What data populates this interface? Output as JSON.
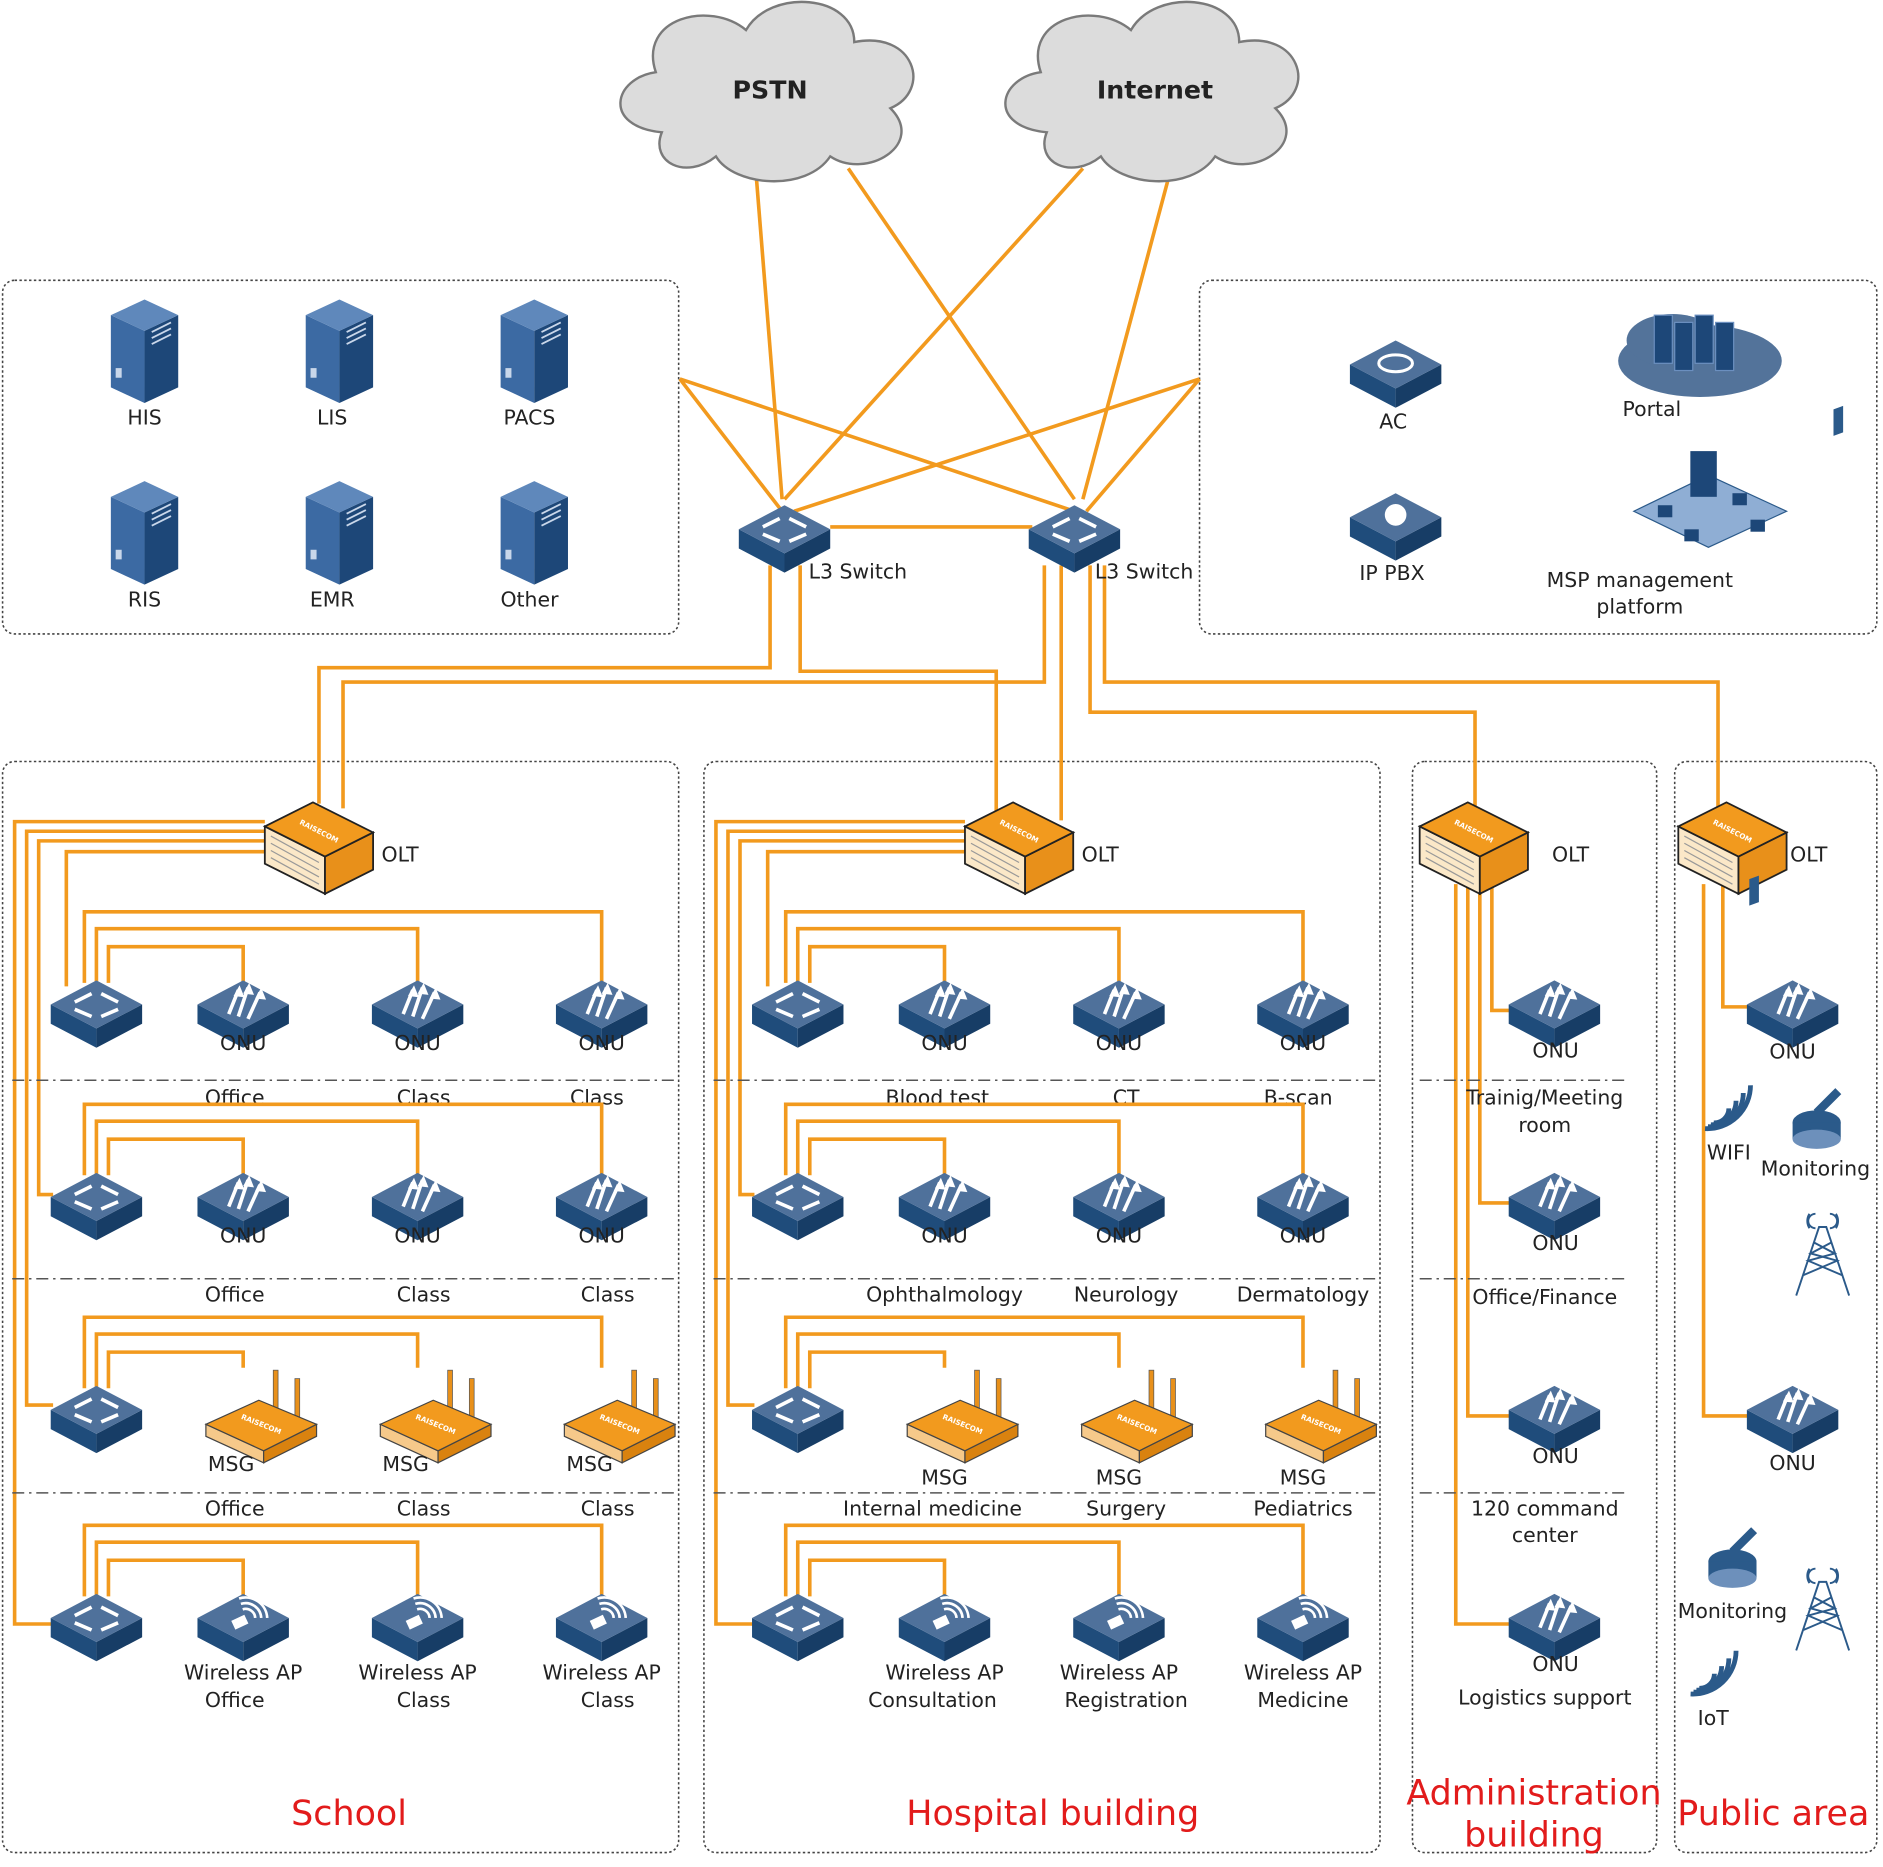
{
  "colors": {
    "link": "#F29A1E",
    "device_blue": "#2b5a8a",
    "device_orange": "#F29A1E",
    "section_title": "#E21B1B",
    "cloud": "#DCDCDC"
  },
  "brand": "RAISECOM",
  "clouds": [
    "PSTN",
    "Internet"
  ],
  "core_switches": [
    "L3 Switch",
    "L3 Switch"
  ],
  "servers": [
    "HIS",
    "LIS",
    "PACS",
    "RIS",
    "EMR",
    "Other"
  ],
  "services": {
    "ac": "AC",
    "portal": "Portal",
    "ip_pbx": "IP PBX",
    "msp": [
      "MSP management",
      "platform"
    ]
  },
  "school": {
    "title": "School",
    "olt": "OLT",
    "rows": [
      {
        "devices": [
          "ONU",
          "ONU",
          "ONU"
        ],
        "rooms": [
          "Office",
          "Class",
          "Class"
        ]
      },
      {
        "devices": [
          "ONU",
          "ONU",
          "ONU"
        ],
        "rooms": [
          "Office",
          "Class",
          "Class"
        ]
      },
      {
        "devices": [
          "MSG",
          "MSG",
          "MSG"
        ],
        "rooms": [
          "Office",
          "Class",
          "Class"
        ]
      },
      {
        "devices": [
          "Wireless AP",
          "Wireless AP",
          "Wireless AP"
        ],
        "rooms": [
          "Office",
          "Class",
          "Class"
        ]
      }
    ]
  },
  "hospital": {
    "title": "Hospital building",
    "olt": "OLT",
    "rows": [
      {
        "devices": [
          "ONU",
          "ONU",
          "ONU"
        ],
        "rooms": [
          "Blood test",
          "CT",
          "B-scan"
        ]
      },
      {
        "devices": [
          "ONU",
          "ONU",
          "ONU"
        ],
        "rooms": [
          "Ophthalmology",
          "Neurology",
          "Dermatology"
        ]
      },
      {
        "devices": [
          "MSG",
          "MSG",
          "MSG"
        ],
        "rooms": [
          "Internal medicine",
          "Surgery",
          "Pediatrics"
        ]
      },
      {
        "devices": [
          "Wireless AP",
          "Wireless AP",
          "Wireless AP"
        ],
        "rooms": [
          "Consultation",
          "Registration",
          "Medicine"
        ]
      }
    ]
  },
  "admin": {
    "title": [
      "Administration",
      "building"
    ],
    "olt": "OLT",
    "onus": [
      {
        "label": "ONU",
        "room": [
          "Trainig/Meeting",
          "room"
        ]
      },
      {
        "label": "ONU",
        "room": [
          "Office/Finance"
        ]
      },
      {
        "label": "ONU",
        "room": [
          "120 command",
          "center"
        ]
      },
      {
        "label": "ONU",
        "room": [
          "Logistics support"
        ]
      }
    ]
  },
  "public": {
    "title": "Public area",
    "olt": "OLT",
    "onus": [
      "ONU",
      "ONU"
    ],
    "wifi": "WIFI",
    "monitoring": [
      "Monitoring",
      "Monitoring"
    ],
    "iot": "IoT"
  }
}
